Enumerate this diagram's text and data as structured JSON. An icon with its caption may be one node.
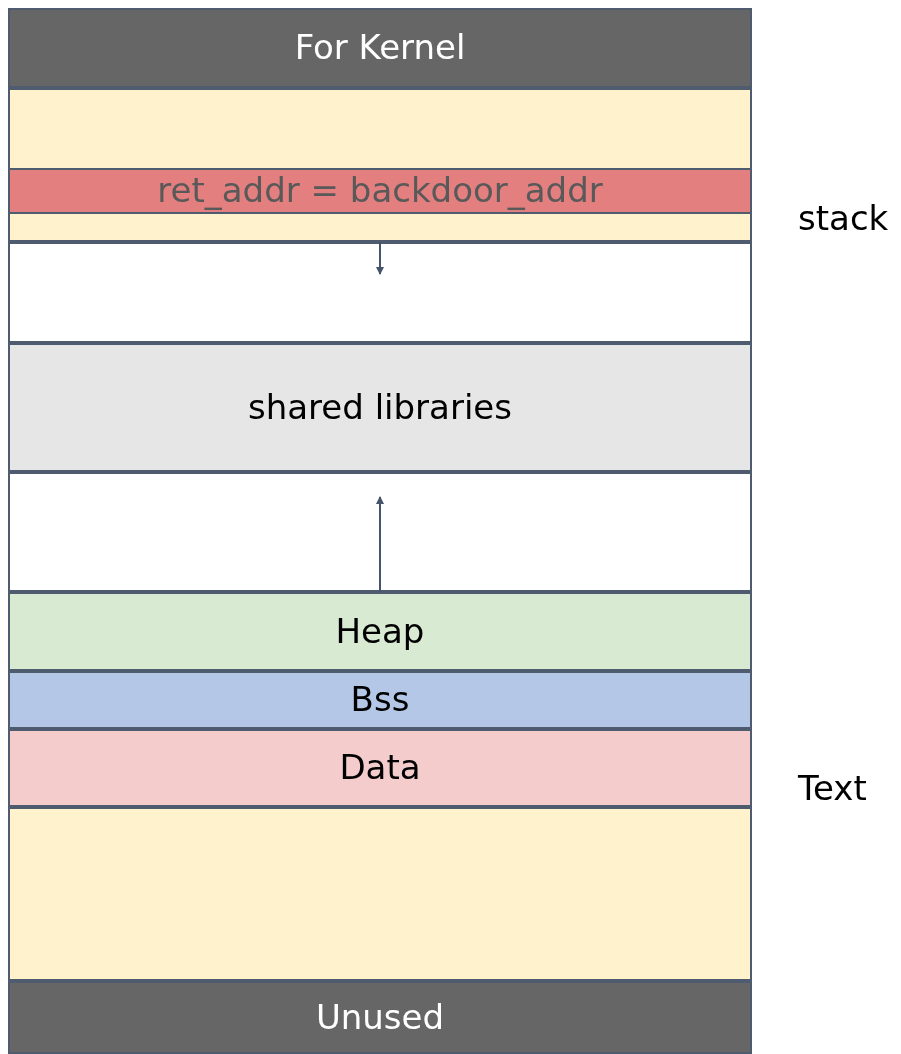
{
  "diagram": {
    "nodes": [
      {
        "text": [
          "For Kernel"
        ]
      },
      {
        "text": [],
        "shape": "box",
        "beside": [
          "stack"
        ]
      },
      {
        "text": [
          "ret_addr = backdoor_addr"
        ],
        "in": 1
      },
      {
        "text": [],
        "shape": "box"
      },
      {
        "text": [
          "shared libraries"
        ]
      },
      {
        "text": [],
        "shape": "box"
      },
      {
        "text": [
          "Heap"
        ]
      },
      {
        "text": [
          "Bss"
        ]
      },
      {
        "text": [
          "Data"
        ]
      },
      {
        "text": [],
        "shape": "box",
        "beside": [
          "Text"
        ]
      },
      {
        "text": [
          "Unused"
        ]
      }
    ],
    "edges": [
      {
        "from": 1,
        "to": 3,
        "arrow": "to"
      },
      {
        "from": 6,
        "to": 5,
        "arrow": "to"
      }
    ]
  }
}
